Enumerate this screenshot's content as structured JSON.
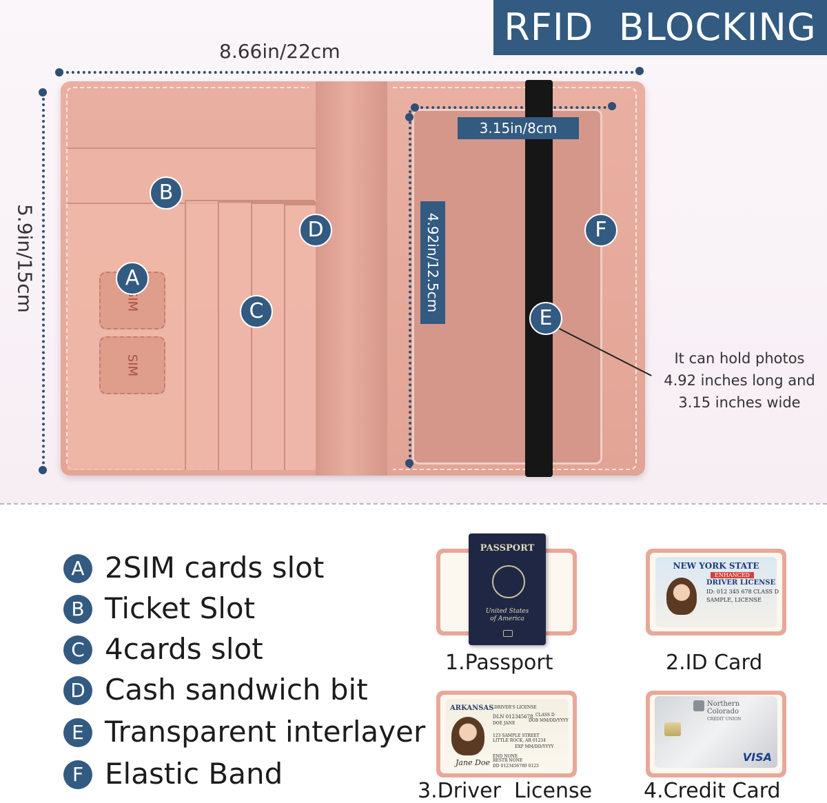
{
  "banner": {
    "text": "RFID  BLOCKING"
  },
  "dimensions": {
    "width": "8.66in/22cm",
    "height": "5.9in/15cm",
    "window_width": "3.15in/8cm",
    "window_height": "4.92in/12.5cm"
  },
  "markers": [
    "A",
    "B",
    "C",
    "D",
    "E",
    "F"
  ],
  "sim_label": "SIM",
  "note": [
    "It can hold photos",
    "4.92 inches long and",
    "3.15 inches wide"
  ],
  "legend": [
    {
      "badge": "A",
      "text": "2SIM cards slot"
    },
    {
      "badge": "B",
      "text": "Ticket Slot"
    },
    {
      "badge": "C",
      "text": "4cards slot"
    },
    {
      "badge": "D",
      "text": "Cash sandwich bit"
    },
    {
      "badge": "E",
      "text": "Transparent interlayer"
    },
    {
      "badge": "F",
      "text": "Elastic Band"
    }
  ],
  "cards": [
    {
      "caption": "1.Passport"
    },
    {
      "caption": "2.ID Card"
    },
    {
      "caption": "3.Driver  License"
    },
    {
      "caption": "4.Credit Card"
    }
  ],
  "passport": {
    "title": "PASSPORT",
    "subtitle": [
      "United States",
      "of America"
    ]
  },
  "id_card": {
    "state": "NEW YORK STATE",
    "tag": "ENHANCED",
    "type": "DRIVER LICENSE",
    "id": "ID: 012 345 678",
    "class": "CLASS D",
    "doc": "SAMPLE, LICENSE"
  },
  "driver_license": {
    "state": "ARKANSAS",
    "type": "DRIVER'S LICENSE",
    "dln": "DLN 012345678",
    "class": "CLASS D",
    "dob": "DOB MM/DD/YYYY",
    "name": "DOE JANE",
    "addr1": "123 SAMPLE STREET",
    "addr2": "LITTLE ROCK, AR 01234",
    "exp": "EXP MM/DD/YYYY",
    "end": "END NONE",
    "restr": "RESTR NONE",
    "dd": "DD 0123456789 0123",
    "signature": "Jane Doe"
  },
  "credit_card": {
    "bank": [
      "Northern",
      "Colorado",
      "CREDIT UNION"
    ],
    "network": "VISA"
  }
}
